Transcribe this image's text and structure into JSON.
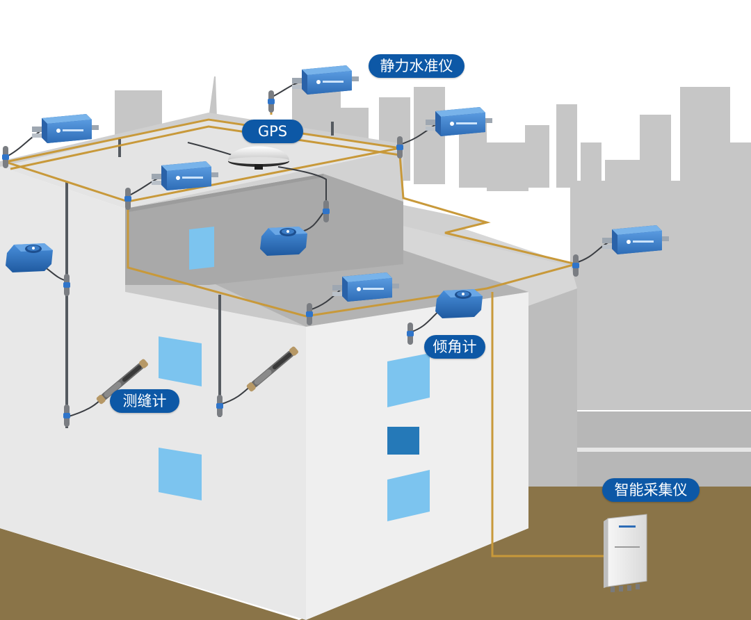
{
  "labels": {
    "level_gauge": "静力水准仪",
    "gps": "GPS",
    "crack_meter": "测缝计",
    "inclinometer": "倾角计",
    "collector": "智能采集仪"
  },
  "colors": {
    "label_bg": "#0d58a6",
    "label_text": "#ffffff",
    "cable": "#c8993a",
    "skyline": "#c6c6c6",
    "ground": "#8a7448",
    "building_light": "#e7e7e7",
    "building_shadow": "#a9a9a9",
    "window": "#7cc4ef",
    "device_blue": "#3f86cf"
  },
  "icons": [
    "level-gauge-icon",
    "gps-antenna-icon",
    "crack-meter-icon",
    "inclinometer-icon",
    "data-collector-icon",
    "cable-clip-icon"
  ]
}
